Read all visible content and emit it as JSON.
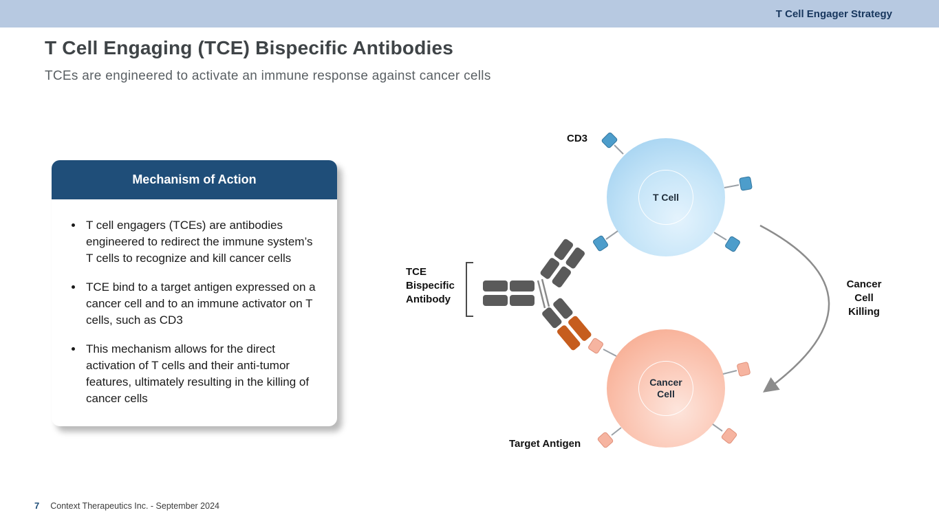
{
  "banner": {
    "label": "T Cell Engager Strategy"
  },
  "title": "T Cell Engaging (TCE) Bispecific Antibodies",
  "subtitle": "TCEs are engineered to activate an immune response against cancer cells",
  "mechanism_card": {
    "title": "Mechanism of Action",
    "bullets": [
      "T cell engagers (TCEs) are antibodies engineered to redirect the immune system’s T cells to recognize and kill cancer cells",
      "TCE bind to a target antigen expressed on a cancer cell and to an immune activator on T cells, such as CD3",
      "This mechanism allows for the direct activation of T cells and their anti-tumor features, ultimately resulting in the killing of cancer cells"
    ]
  },
  "diagram": {
    "cd3_label": "CD3",
    "t_cell_label": "T Cell",
    "tce_antibody_label": "TCE\nBispecific\nAntibody",
    "cancer_cell_label": "Cancer\nCell",
    "cancer_cell_killing_label": "Cancer\nCell\nKilling",
    "target_antigen_label": "Target Antigen"
  },
  "footer": {
    "page_number": "7",
    "credit": "Context Therapeutics Inc. - September 2024"
  },
  "colors": {
    "topbar_bg": "#b7c9e1",
    "navy": "#17365d",
    "card_header_bg": "#1f4e79",
    "title_text": "#3f4447",
    "subtitle_text": "#595f63",
    "body_text": "#1a1a1a",
    "t_cell_fill": "#a5d3f1",
    "cancer_cell_fill": "#f7a88c",
    "receptor_blue": "#4d9dcb",
    "receptor_pink": "#f6b4a0",
    "antibody_gray": "#5a5a5a",
    "antibody_orange": "#c65d1e",
    "arrow_gray": "#8c8c8c"
  }
}
